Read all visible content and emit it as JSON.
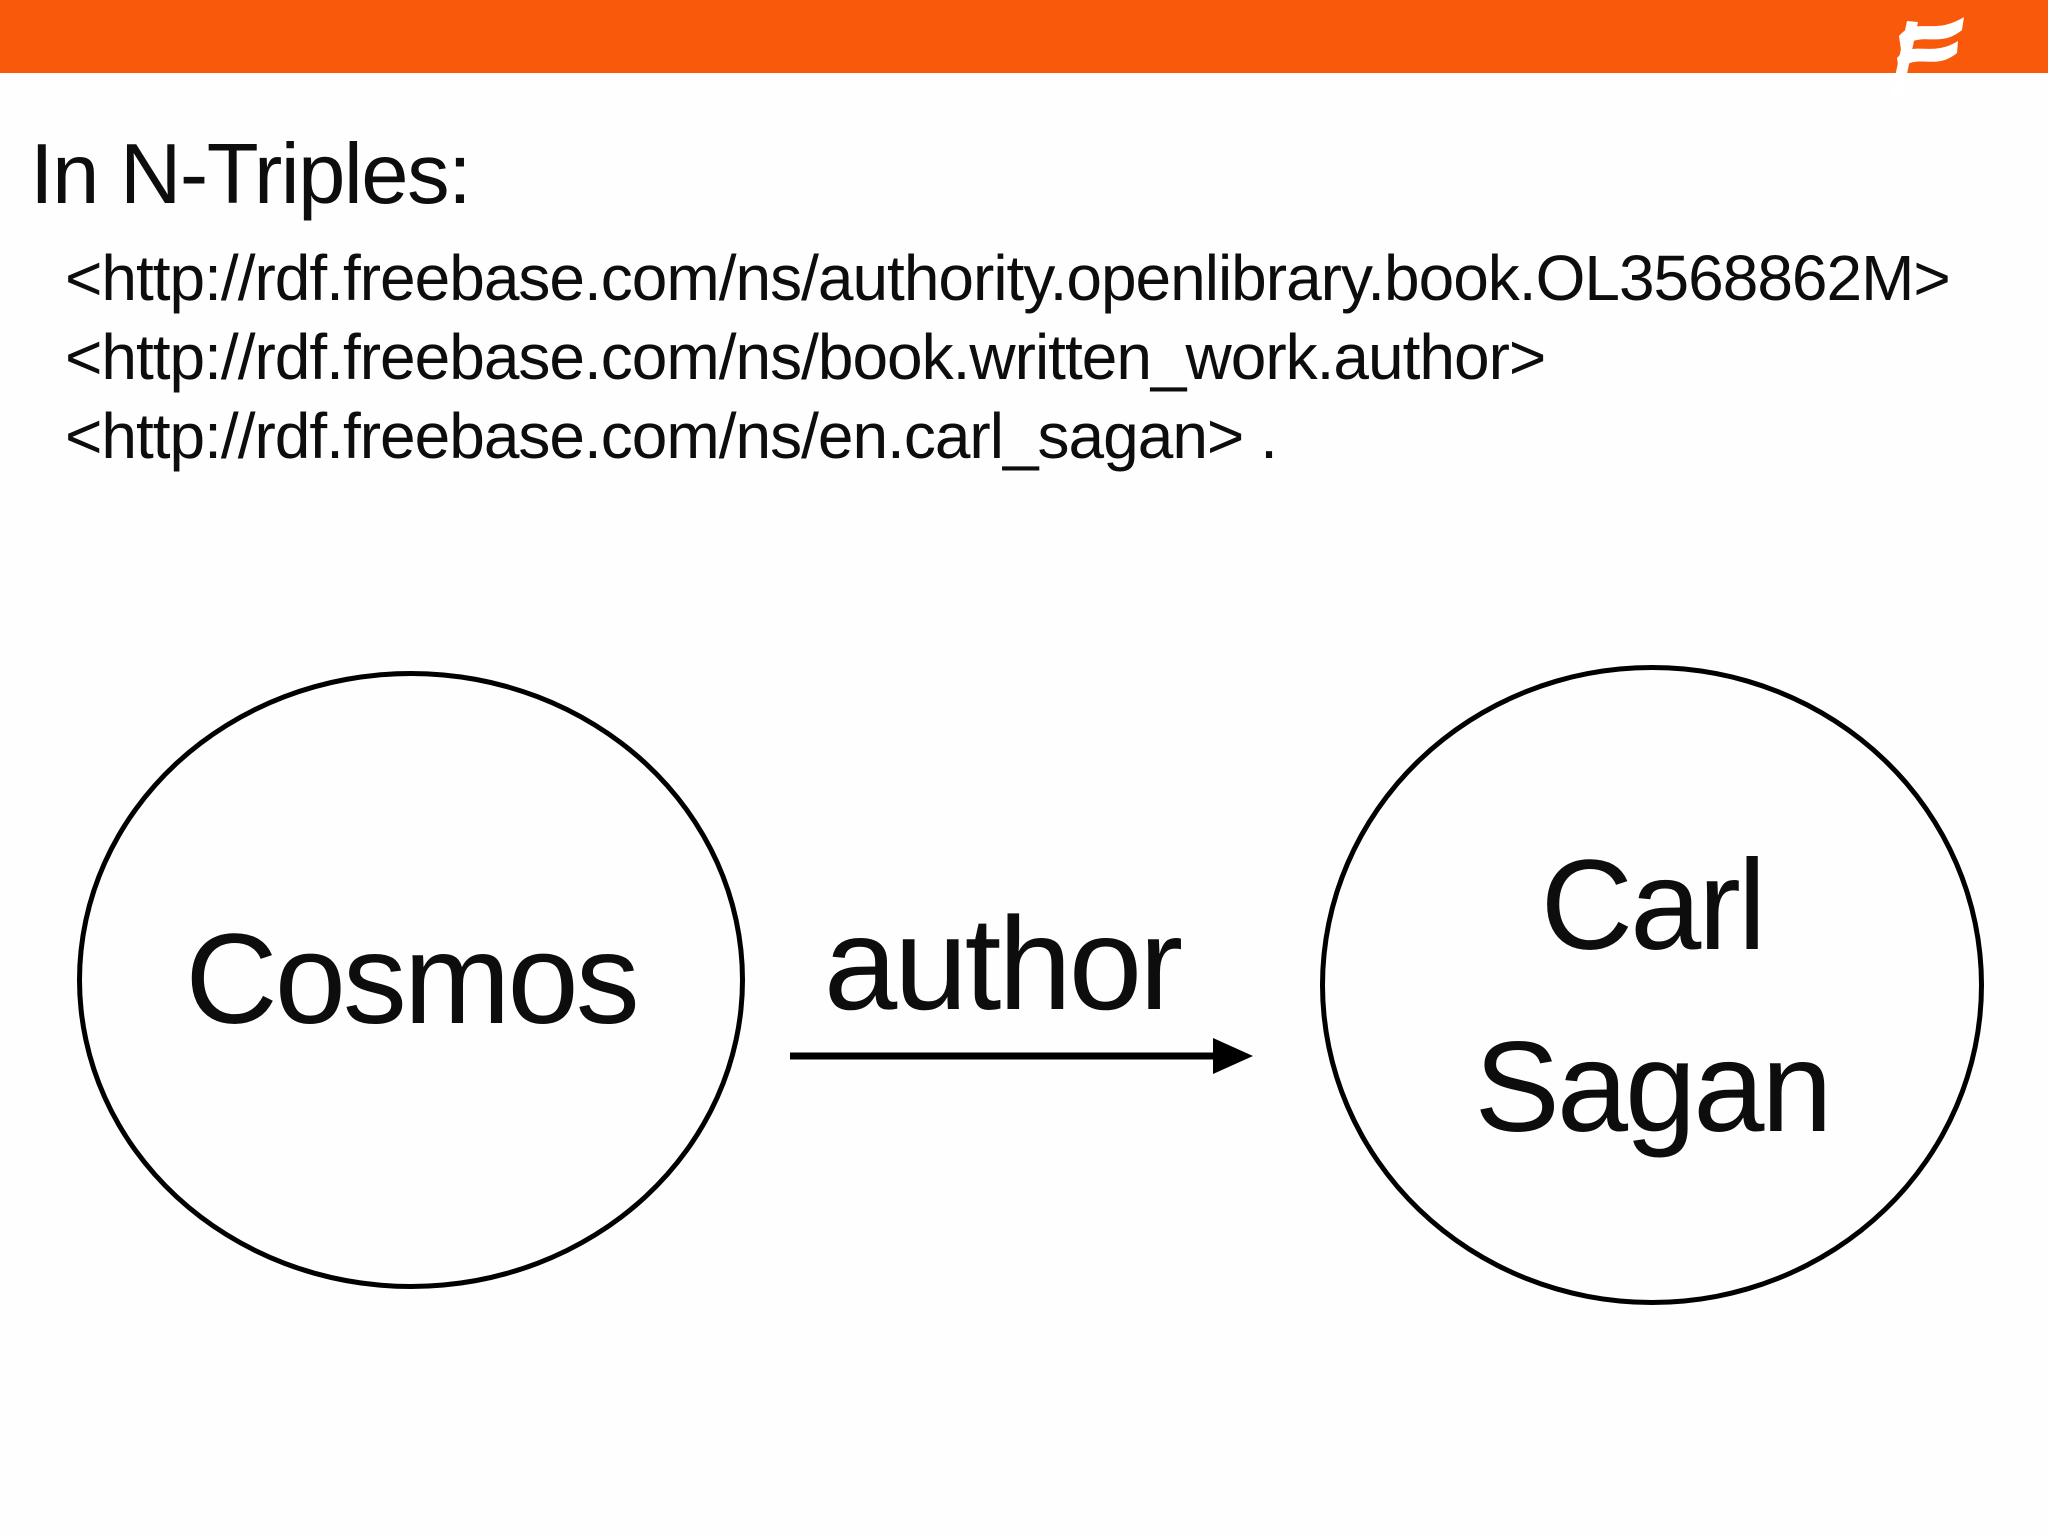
{
  "slide": {
    "header": {
      "background_color": "#F9590B",
      "logo_icon": "freebase-flag"
    },
    "title": "In N-Triples:",
    "triples": [
      "<http://rdf.freebase.com/ns/authority.openlibrary.book.OL3568862M>",
      "<http://rdf.freebase.com/ns/book.written_work.author>",
      "<http://rdf.freebase.com/ns/en.carl_sagan> ."
    ],
    "diagram": {
      "subject_label": "Cosmos",
      "predicate_label": "author",
      "object_label": "Carl Sagan"
    },
    "colors": {
      "accent_orange": "#F9590B",
      "text": "#0D0D0D",
      "node_stroke": "#000000",
      "background": "#FEFEFE"
    }
  }
}
